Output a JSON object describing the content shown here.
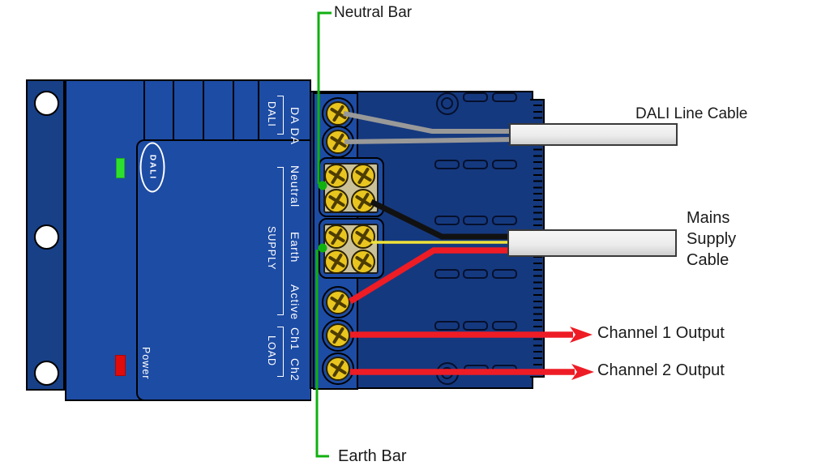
{
  "callouts": {
    "neutral_bar": "Neutral Bar",
    "earth_bar": "Earth Bar",
    "dali_line_cable": "DALI Line Cable",
    "mains_supply_cable": "Mains\nSupply\nCable",
    "channel_1_output": "Channel 1 Output",
    "channel_2_output": "Channel 2 Output"
  },
  "device": {
    "logo": "DALI",
    "power_label": "Power",
    "terminals": {
      "dali_group_label": "DALI",
      "dali_pair_label": "DA DA",
      "supply_group_label": "SUPPLY",
      "neutral_label": "Neutral",
      "earth_label": "Earth",
      "active_label": "Active",
      "load_group_label": "LOAD",
      "ch1_label": "Ch1",
      "ch2_label": "Ch2"
    }
  },
  "colors": {
    "body_blue": "#1d4ca4",
    "panel_navy": "#15397f",
    "plate_blue": "#174087",
    "terminal_tan": "#cbc199",
    "terminal_gold": "#e9c51f",
    "cable_grey": "#ececec",
    "wire_grey": "#999999",
    "wire_black": "#111111",
    "wire_yellow": "#efe23a",
    "wire_red": "#ee1c25",
    "callout_green": "#10b010",
    "led_green": "#2ee02e",
    "led_red": "#e00b0b"
  }
}
